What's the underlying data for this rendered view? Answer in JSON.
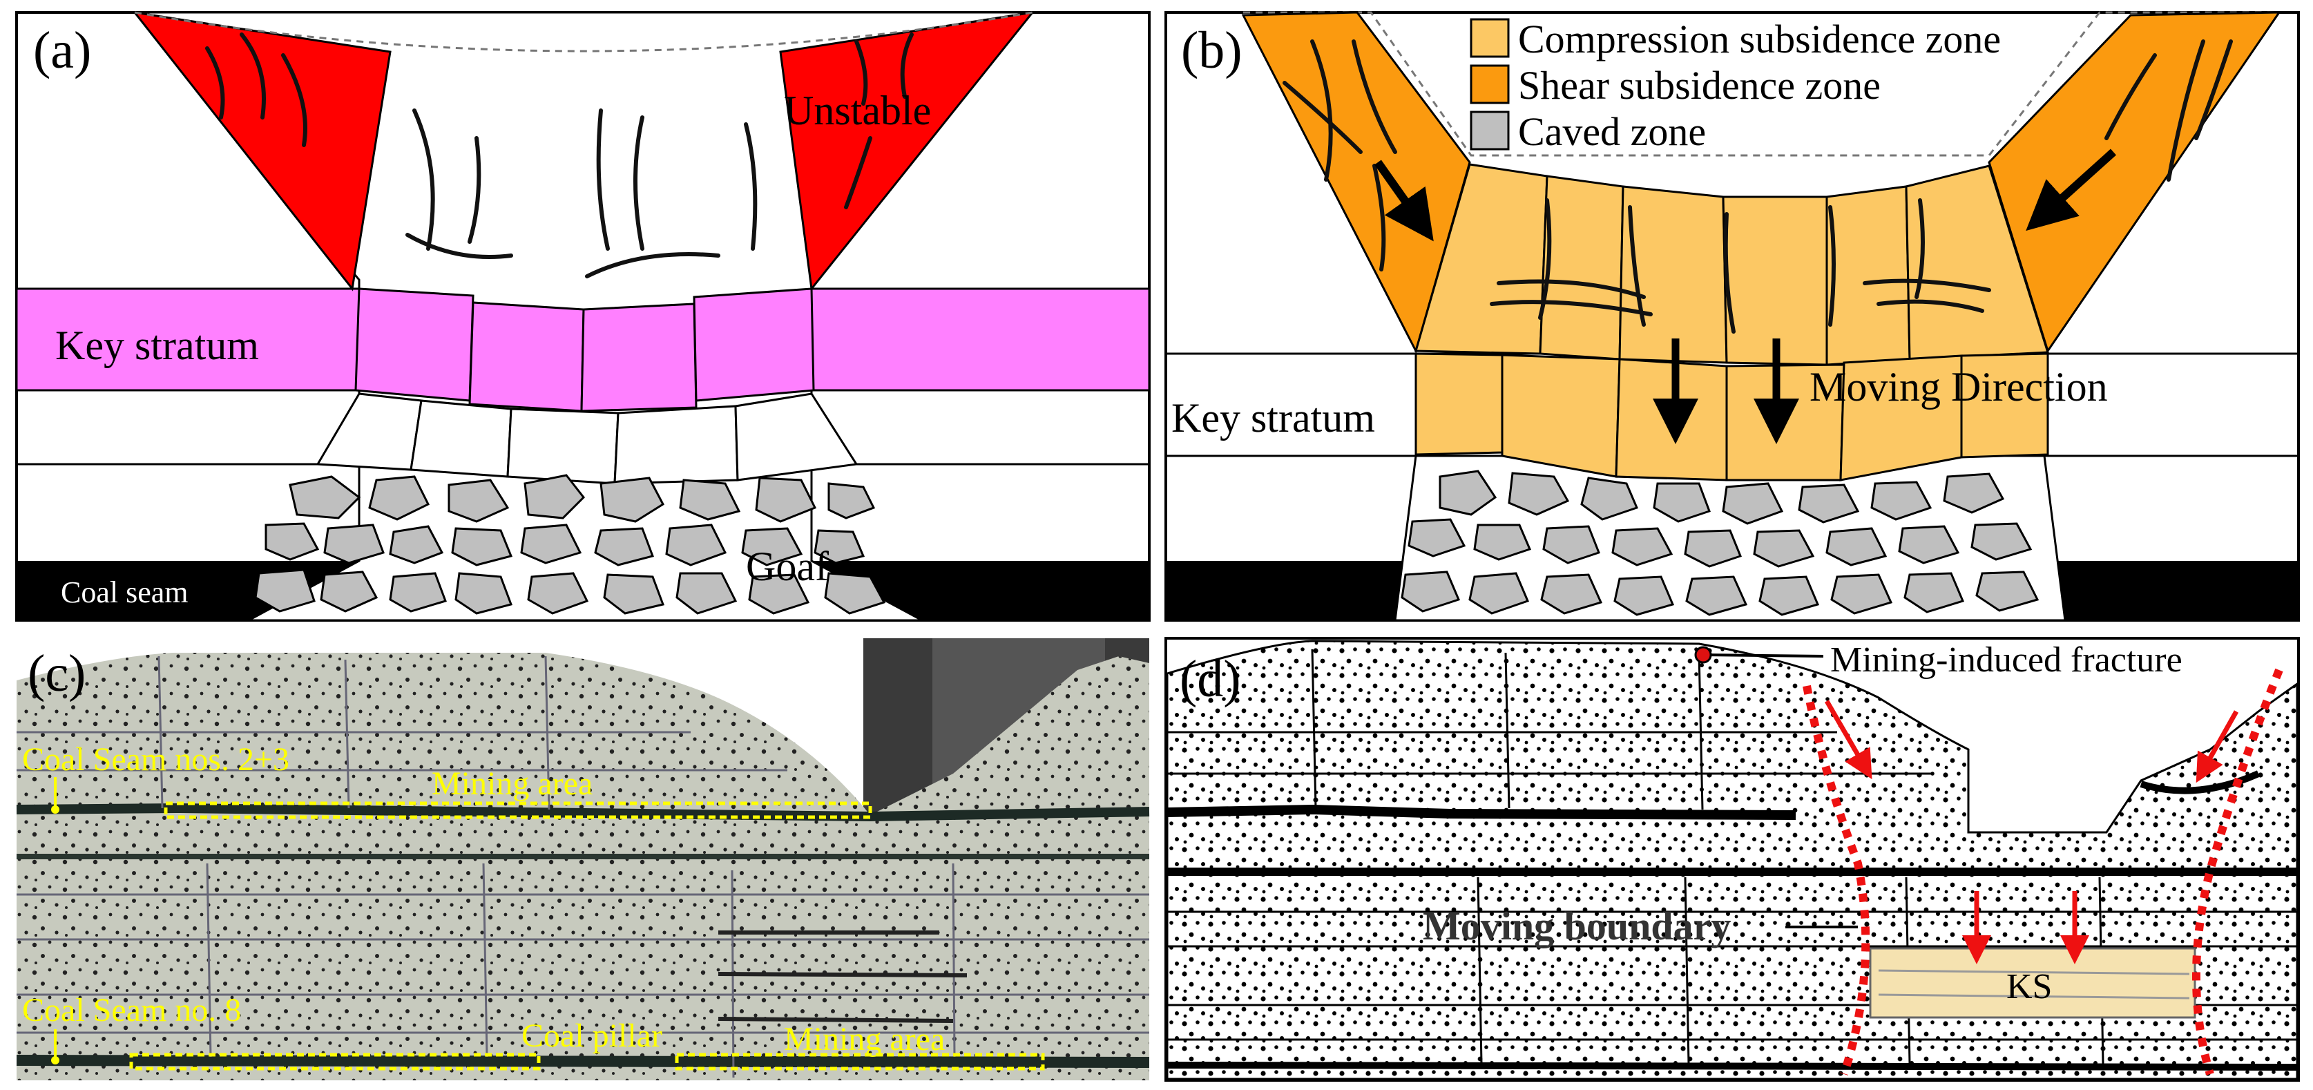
{
  "panels": {
    "a": {
      "label": "(a)",
      "unstable": "Unstable",
      "key_stratum": "Key stratum",
      "goaf": "Goaf",
      "coal_seam": "Coal seam"
    },
    "b": {
      "label": "(b)",
      "key_stratum": "Key stratum",
      "moving_direction": "Moving Direction",
      "legend": [
        {
          "label": "Compression subsidence zone",
          "color": "#fcc864"
        },
        {
          "label": "Shear subsidence zone",
          "color": "#fb9a0f"
        },
        {
          "label": "Caved zone",
          "color": "#bfbfbf"
        }
      ]
    },
    "c": {
      "label": "(c)",
      "seam_upper": "Coal  Seam nos. 2+3",
      "seam_lower": "Coal  Seam no. 8",
      "mining_area_upper": "Mining area",
      "coal_pillar": "Coal pillar",
      "mining_area_lower": "Mining area"
    },
    "d": {
      "label": "(d)",
      "fracture": "Mining-induced fracture",
      "moving_boundary": "Moving boundary",
      "ks": "KS"
    }
  },
  "colors": {
    "unstable_red": "#ff0000",
    "key_stratum_pink": "#ff80ff",
    "compression": "#fcc864",
    "shear": "#fb9a0f",
    "caved": "#bfbfbf",
    "annotation_yellow": "#ffff00",
    "arrow_red": "#ee1111",
    "ks_fill": "#f5e2b0"
  }
}
